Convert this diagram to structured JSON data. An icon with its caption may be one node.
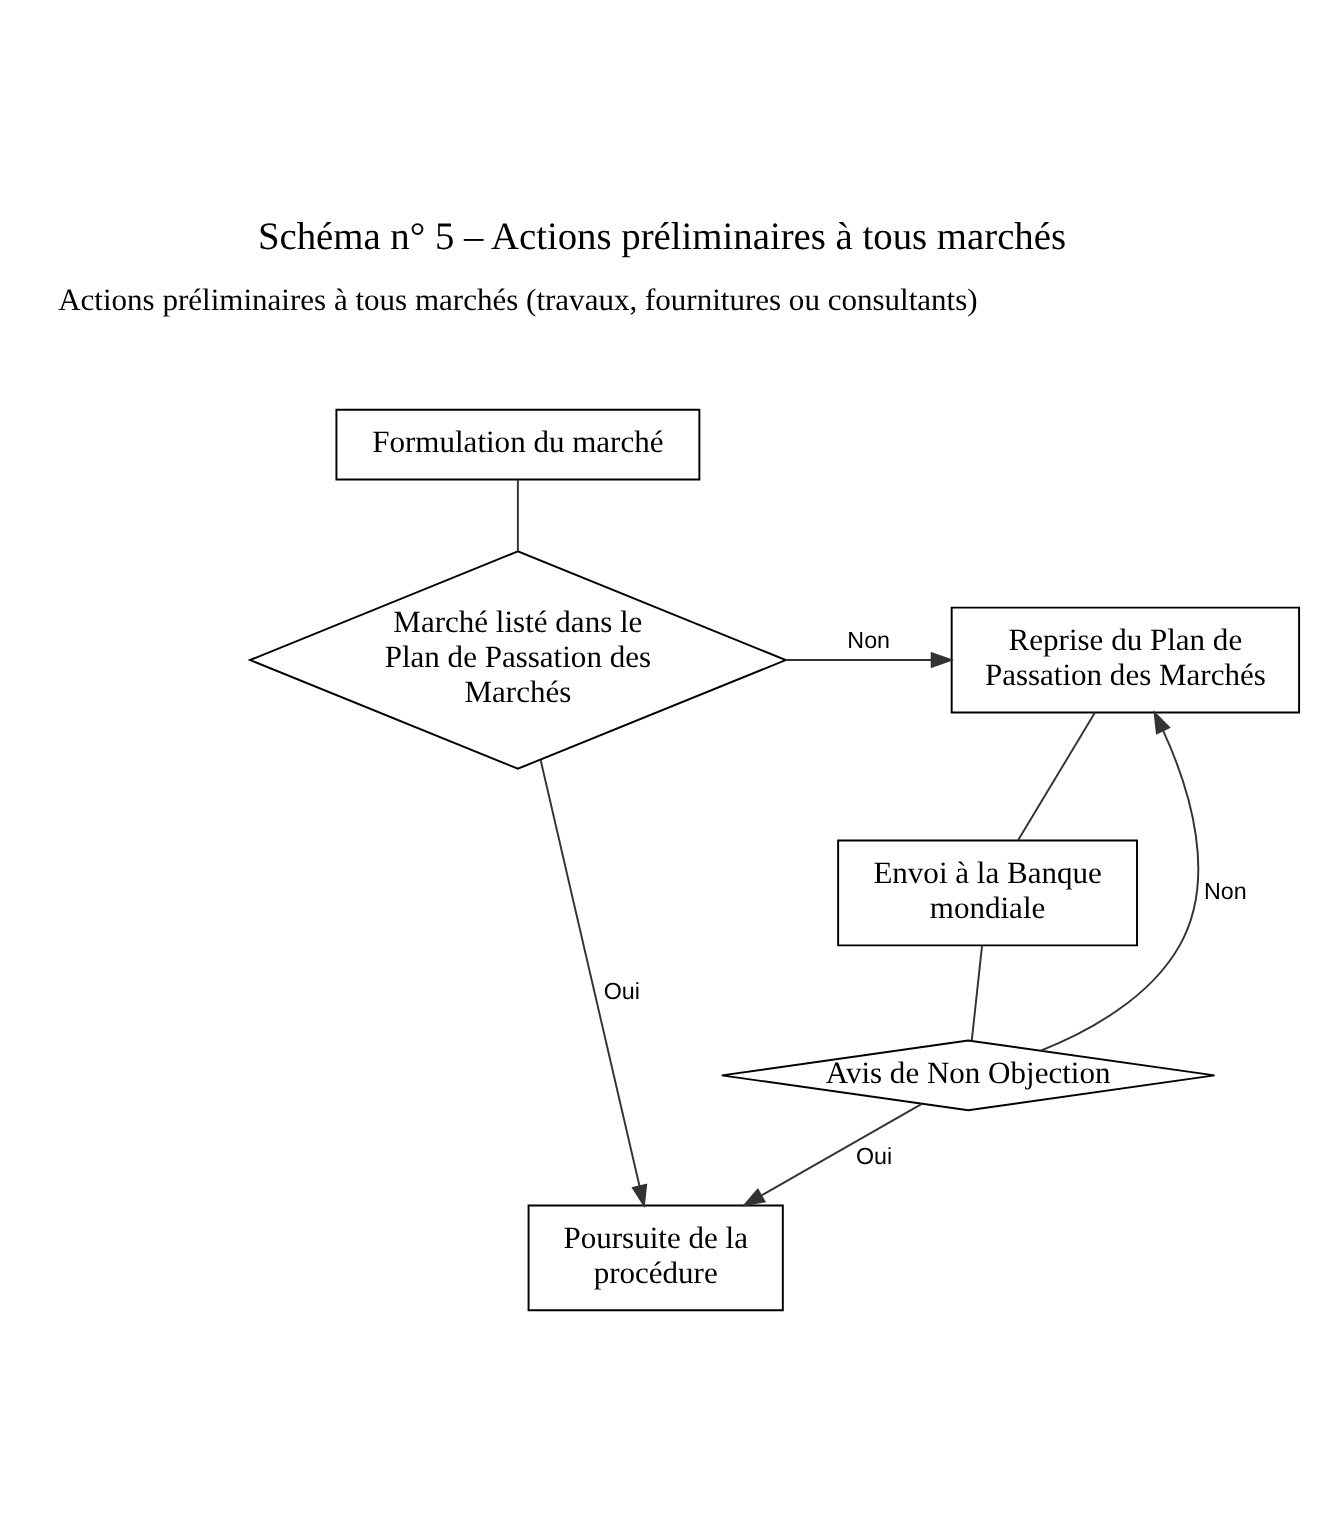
{
  "diagram": {
    "title": "Schéma n° 5 – Actions préliminaires à tous marchés",
    "nodes": [
      {
        "text": [
          "Formulation du marché"
        ]
      },
      {
        "text": [
          "Marché listé dans le Plan de Passation des Marchés"
        ]
      },
      {
        "text": [
          "Reprise du Plan de Passation des Marchés"
        ]
      },
      {
        "text": [
          "Envoi à la Banque mondiale"
        ]
      },
      {
        "text": [
          "Avis de Non Objection"
        ]
      },
      {
        "text": [
          "Poursuite de la procédure"
        ]
      }
    ],
    "edges": [
      {
        "from": 0,
        "to": 1,
        "arrow": "none"
      },
      {
        "from": 1,
        "to": 2,
        "arrow": "to",
        "label": "Non"
      },
      {
        "from": 2,
        "to": 3,
        "arrow": "none"
      },
      {
        "from": 3,
        "to": 4,
        "arrow": "none"
      },
      {
        "from": 4,
        "to": 2,
        "arrow": "to",
        "label": "Non"
      },
      {
        "from": 1,
        "to": 5,
        "arrow": "to",
        "label": "Oui"
      },
      {
        "from": 4,
        "to": 5,
        "arrow": "to",
        "label": "Oui"
      }
    ],
    "labels": [
      "Actions préliminaires à tous marchés (travaux, fournitures ou consultants)"
    ]
  }
}
